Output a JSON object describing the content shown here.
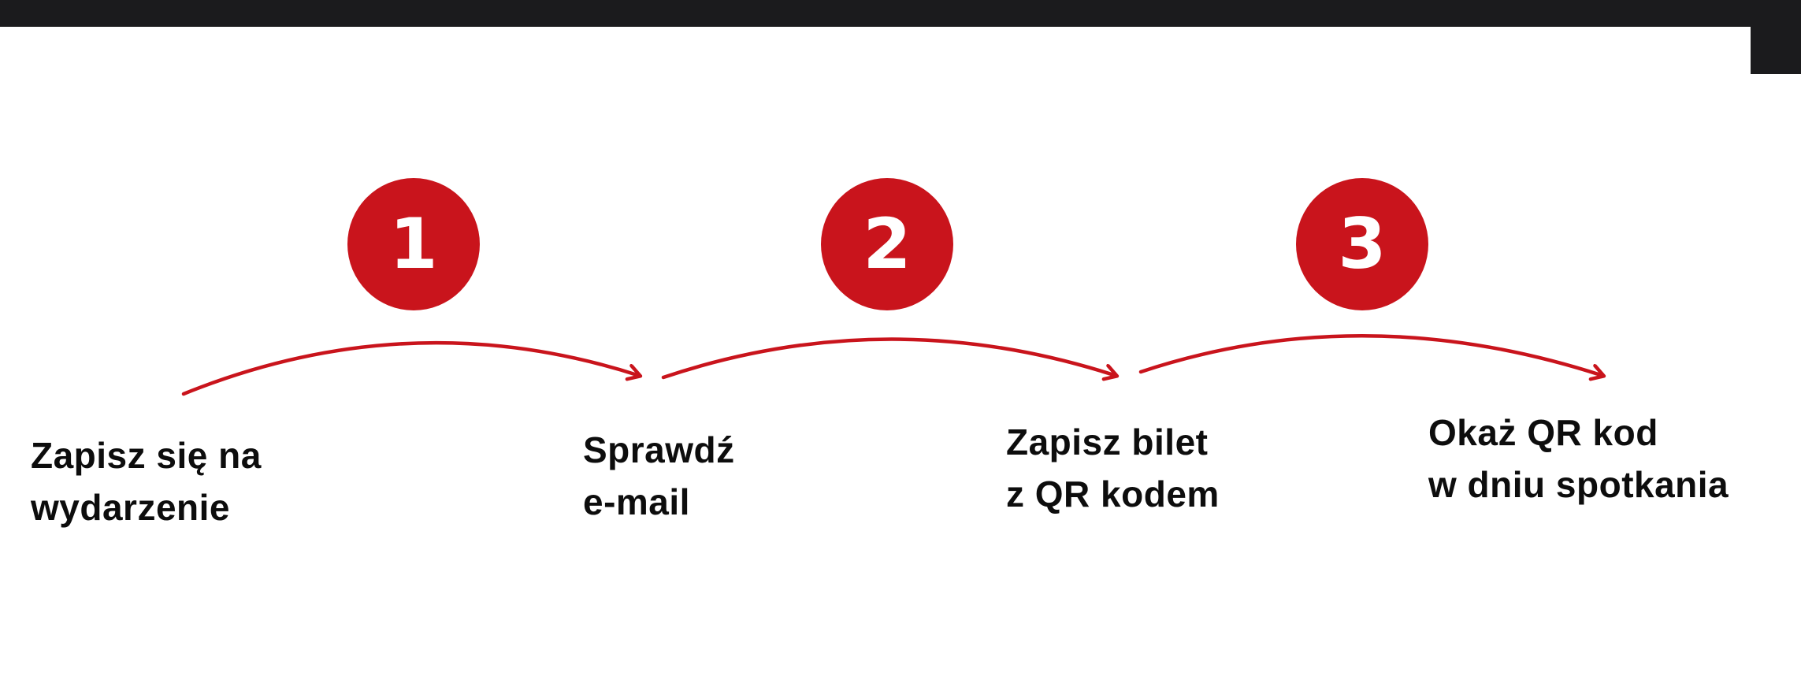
{
  "page": {
    "background": "#ffffff",
    "top_bar_color": "#1b1b1d",
    "accent_red": "#c9141c",
    "text_color": "#0d0d0d"
  },
  "steps": {
    "badges": [
      {
        "number": "1"
      },
      {
        "number": "2"
      },
      {
        "number": "3"
      }
    ],
    "labels": [
      {
        "line1": "Zapisz się na",
        "line2": "wydarzenie"
      },
      {
        "line1": "Sprawdź",
        "line2": "e-mail"
      },
      {
        "line1": "Zapisz bilet",
        "line2": "z QR kodem"
      },
      {
        "line1": "Okaż QR kod",
        "line2": "w dniu spotkania"
      }
    ]
  }
}
